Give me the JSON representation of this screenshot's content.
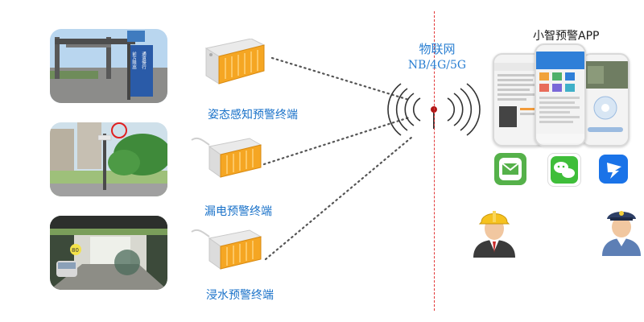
{
  "network": {
    "title": "物联网",
    "subtitle": "NB/4G/5G"
  },
  "app": {
    "title": "小智预警APP"
  },
  "terminals": [
    {
      "label": "姿态感知预警终端",
      "photo": "height-limit-gantry"
    },
    {
      "label": "漏电预警终端",
      "photo": "street-lamp-pole"
    },
    {
      "label": "浸水预警终端",
      "photo": "underpass-tunnel"
    }
  ],
  "photo_sign": "前方限高 通道慢行",
  "notification_apps": [
    "sms-icon",
    "wechat-icon",
    "dingtalk-icon"
  ],
  "users": [
    "worker-avatar",
    "police-avatar"
  ],
  "colors": {
    "label_blue": "#1a72c9",
    "divider_red": "#e23838",
    "dotted_line": "#555555",
    "device_orange": "#f5a623"
  }
}
